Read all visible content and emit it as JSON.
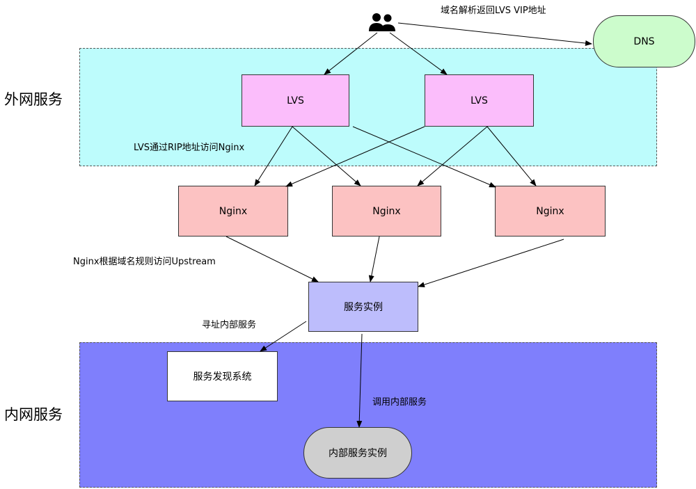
{
  "zones": {
    "external": {
      "title": "外网服务",
      "color": "#bdfcfc"
    },
    "internal": {
      "title": "内网服务",
      "color": "#7f7ffc"
    }
  },
  "nodes": {
    "dns": {
      "label": "DNS",
      "color": "#ccfccc"
    },
    "lvs_left": {
      "label": "LVS",
      "color": "#fbbdfb"
    },
    "lvs_right": {
      "label": "LVS",
      "color": "#fbbdfb"
    },
    "nginx_1": {
      "label": "Nginx",
      "color": "#fcc2c2"
    },
    "nginx_2": {
      "label": "Nginx",
      "color": "#fcc2c2"
    },
    "nginx_3": {
      "label": "Nginx",
      "color": "#fcc2c2"
    },
    "service_instance": {
      "label": "服务实例",
      "color": "#bdbdfc"
    },
    "service_discovery": {
      "label": "服务发现系统",
      "color": "#ffffff"
    },
    "internal_instance": {
      "label": "内部服务实例",
      "color": "#cfcfcf"
    }
  },
  "edge_labels": {
    "dns_resolve": "域名解析返回LVS VIP地址",
    "lvs_to_nginx": "LVS通过RIP地址访问Nginx",
    "nginx_to_upstream": "Nginx根据域名规则访问Upstream",
    "find_internal": "寻址内部服务",
    "call_internal": "调用内部服务"
  },
  "icons": {
    "users": "users-icon"
  }
}
